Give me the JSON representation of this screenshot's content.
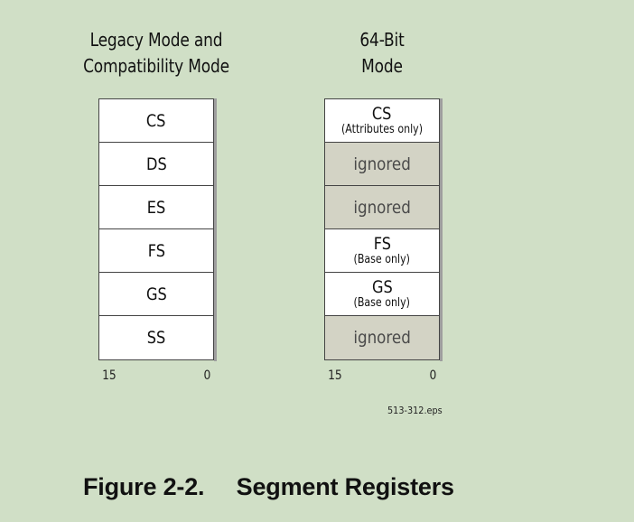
{
  "legacy": {
    "title_line1": "Legacy Mode and",
    "title_line2": "Compatibility Mode",
    "registers": [
      "CS",
      "DS",
      "ES",
      "FS",
      "GS",
      "SS"
    ],
    "bit_high": "15",
    "bit_low": "0"
  },
  "bit64": {
    "title_line1": "64-Bit",
    "title_line2": "Mode",
    "cs_name": "CS",
    "cs_note": "(Attributes only)",
    "ds_text": "ignored",
    "es_text": "ignored",
    "fs_name": "FS",
    "fs_note": "(Base only)",
    "gs_name": "GS",
    "gs_note": "(Base only)",
    "ss_text": "ignored",
    "bit_high": "15",
    "bit_low": "0"
  },
  "file_name": "513-312.eps",
  "caption": {
    "number": "Figure 2-2.",
    "title": "Segment Registers"
  },
  "colors": {
    "background": "#d0dfc6",
    "register_fill": "#ffffff",
    "ignored_fill": "#d3d3c5",
    "border": "#444444"
  }
}
